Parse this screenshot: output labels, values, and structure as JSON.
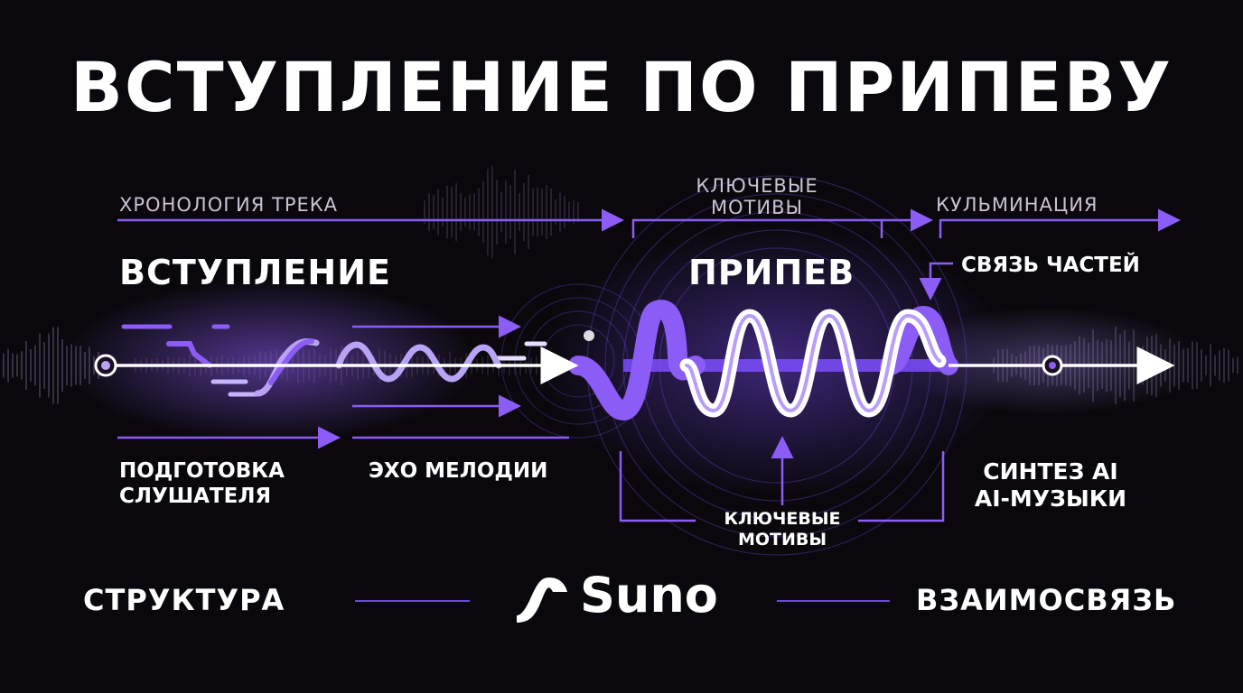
{
  "title": "ВСТУПЛЕНИЕ ПО ПРИПЕВУ",
  "timeline": {
    "chronology": "ХРОНОЛОГИЯ ТРЕКА",
    "key_motifs_top": [
      "КЛЮЧЕВЫЕ",
      "МОТИВЫ"
    ],
    "culmination": "КУЛЬМИНАЦИЯ"
  },
  "sections": {
    "intro": "ВСТУПЛЕНИЕ",
    "chorus": "ПРИПЕВ",
    "link": "СВЯЗЬ ЧАСТЕЙ"
  },
  "sublabels": {
    "prep": [
      "ПОДГОТОВКА",
      "СЛУШАТЕЛЯ"
    ],
    "echo": "ЭХО МЕЛОДИИ",
    "key_motifs_bottom": [
      "КЛЮЧЕВЫЕ",
      "МОТИВЫ"
    ],
    "synth": [
      "СИНТЕЗ AI",
      "AI-МУЗЫКИ"
    ]
  },
  "footer": {
    "left": "СТРУКТУРА",
    "brand": "Suno",
    "right": "ВЗАИМОСВЯЗЬ"
  },
  "colors": {
    "background": "#0a080c",
    "accent": "#8b5cf6",
    "accent_light": "#b9a3f5",
    "text": "#ffffff"
  },
  "icons": {
    "brand_logo": "suno-wave-logo-icon"
  }
}
